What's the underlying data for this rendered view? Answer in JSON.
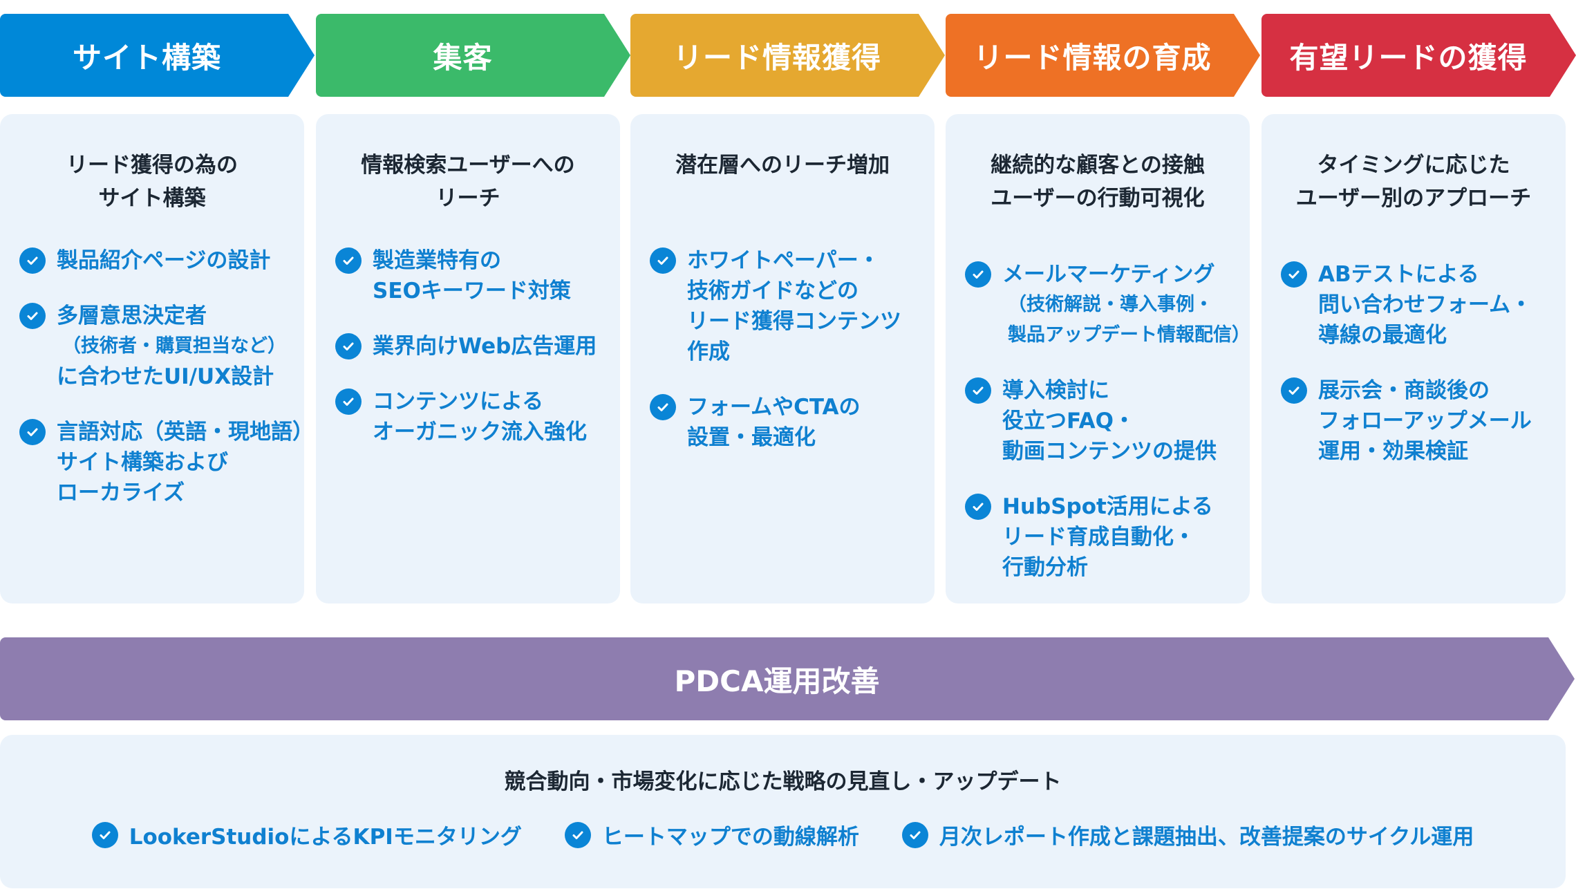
{
  "colors": {
    "step1": "#0088d8",
    "step2": "#3bba6a",
    "step3": "#e5a830",
    "step4": "#ee7125",
    "step5": "#d63042",
    "pdca": "#8e7daf",
    "card_bg": "#ebf3fb",
    "item_text": "#0f80d0",
    "check": "#0a85d6"
  },
  "columns": [
    {
      "header": "サイト構築",
      "color_key": "step1",
      "title": [
        "リード獲得の為の",
        "サイト構築"
      ],
      "items": [
        {
          "icon": "check-circle-icon",
          "lines": [
            {
              "text": "製品紹介ページの設計"
            }
          ]
        },
        {
          "icon": "check-circle-icon",
          "lines": [
            {
              "text": "多層意思決定者"
            },
            {
              "text": "（技術者・購買担当など）",
              "small": true
            },
            {
              "text": "に合わせたUI/UX設計"
            }
          ]
        },
        {
          "icon": "check-circle-icon",
          "lines": [
            {
              "text": "言語対応（英語・現地語）"
            },
            {
              "text": "サイト構築および"
            },
            {
              "text": "ローカライズ"
            }
          ]
        }
      ]
    },
    {
      "header": "集客",
      "color_key": "step2",
      "title": [
        "情報検索ユーザーへの",
        "リーチ"
      ],
      "items": [
        {
          "icon": "check-circle-icon",
          "lines": [
            {
              "text": "製造業特有の"
            },
            {
              "text": "SEOキーワード対策"
            }
          ]
        },
        {
          "icon": "check-circle-icon",
          "lines": [
            {
              "text": "業界向けWeb広告運用"
            }
          ]
        },
        {
          "icon": "check-circle-icon",
          "lines": [
            {
              "text": "コンテンツによる"
            },
            {
              "text": "オーガニック流入強化"
            }
          ]
        }
      ]
    },
    {
      "header": "リード情報獲得",
      "color_key": "step3",
      "title": [
        "潜在層へのリーチ増加"
      ],
      "items": [
        {
          "icon": "check-circle-icon",
          "lines": [
            {
              "text": "ホワイトペーパー・"
            },
            {
              "text": "技術ガイドなどの"
            },
            {
              "text": "リード獲得コンテンツ"
            },
            {
              "text": "作成"
            }
          ]
        },
        {
          "icon": "check-circle-icon",
          "lines": [
            {
              "text": "フォームやCTAの"
            },
            {
              "text": "設置・最適化"
            }
          ]
        }
      ]
    },
    {
      "header": "リード情報の育成",
      "color_key": "step4",
      "title": [
        "継続的な顧客との接触",
        "ユーザーの行動可視化"
      ],
      "items": [
        {
          "icon": "check-circle-icon",
          "lines": [
            {
              "text": "メールマーケティング"
            },
            {
              "text": "（技術解説・導入事例・",
              "small": true
            },
            {
              "text": "製品アップデート情報配信）",
              "small": true
            }
          ]
        },
        {
          "icon": "check-circle-icon",
          "lines": [
            {
              "text": "導入検討に"
            },
            {
              "text": "役立つFAQ・"
            },
            {
              "text": "動画コンテンツの提供"
            }
          ]
        },
        {
          "icon": "check-circle-icon",
          "lines": [
            {
              "text": "HubSpot活用による"
            },
            {
              "text": "リード育成自動化・"
            },
            {
              "text": "行動分析"
            }
          ]
        }
      ]
    },
    {
      "header": "有望リードの獲得",
      "color_key": "step5",
      "title": [
        "タイミングに応じた",
        "ユーザー別のアプローチ"
      ],
      "items": [
        {
          "icon": "check-circle-icon",
          "lines": [
            {
              "text": "ABテストによる"
            },
            {
              "text": "問い合わせフォーム・"
            },
            {
              "text": "導線の最適化"
            }
          ]
        },
        {
          "icon": "check-circle-icon",
          "lines": [
            {
              "text": "展示会・商談後の"
            },
            {
              "text": "フォローアップメール"
            },
            {
              "text": "運用・効果検証"
            }
          ]
        }
      ]
    }
  ],
  "pdca": {
    "label": "PDCA運用改善",
    "title": "競合動向・市場変化に応じた戦略の見直し・アップデート",
    "items": [
      "LookerStudioによるKPIモニタリング",
      "ヒートマップでの動線解析",
      "月次レポート作成と課題抽出、改善提案のサイクル運用"
    ]
  }
}
